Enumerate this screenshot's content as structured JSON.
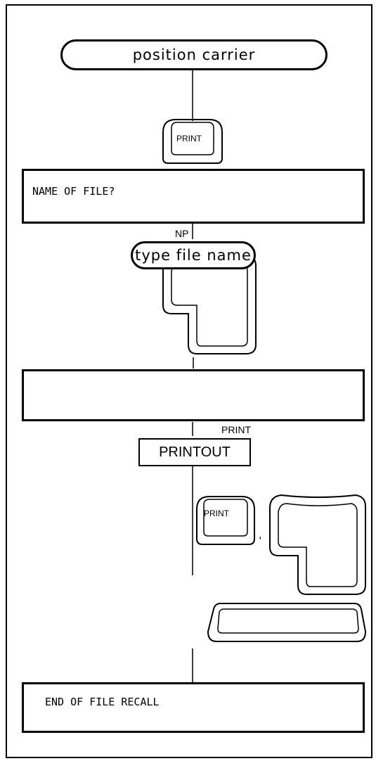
{
  "steps": {
    "position_carrier": "position carrier",
    "print_key_label": "PRINT",
    "name_of_file_prompt": "NAME OF FILE?",
    "np_label": "NP",
    "type_file_name": "type file name",
    "print_label": "PRINT",
    "printout_label": "PRINTOUT",
    "comma": ",",
    "end_message": "END OF FILE RECALL"
  }
}
